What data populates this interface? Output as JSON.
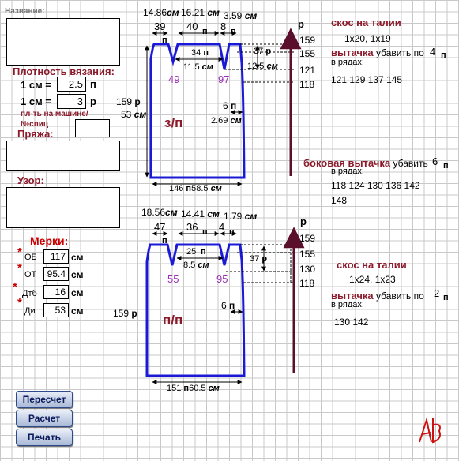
{
  "form": {
    "name_label": "Название:",
    "density_title": "Плотность вязания:",
    "per_cm_label_1": "1 см =",
    "loops_value": "2.5",
    "loops_unit": "п",
    "per_cm_label_2": "1 см =",
    "rows_value": "3",
    "rows_unit": "р",
    "machine_label": "пл-ть на машине/",
    "needle_label": "№спиц",
    "yarn_label": "Пряжа:",
    "pattern_label": "Узор:",
    "measures_title": "Мерки:",
    "measures": [
      {
        "name": "ОБ",
        "value": "117",
        "unit": "см"
      },
      {
        "name": "ОТ",
        "value": "95.4",
        "unit": "см"
      },
      {
        "name": "Дтб",
        "value": "16",
        "unit": "см"
      },
      {
        "name": "Ди",
        "value": "53",
        "unit": "см"
      }
    ],
    "star": "*",
    "buttons": {
      "recalc": "Пересчет",
      "calc": "Расчет",
      "print": "Печать"
    },
    "logo": "AB"
  },
  "back": {
    "label": "з/п",
    "top_cm_left": "14.86",
    "top_cm_mid": "16.21",
    "top_cm_right": "3.59",
    "cm": "см",
    "p": "п",
    "r": "р",
    "seg_left": "39",
    "seg_mid": "40",
    "seg_right": "8",
    "dart_width": "34",
    "dart_cm": "11.5",
    "dart_depth": "37",
    "dart_depth_cm": "12.5",
    "dart_left_num": "49",
    "dart_right_num": "97",
    "height_rows": "159",
    "height_cm": "53",
    "side_p": "6",
    "side_cm": "2.69",
    "bottom_p": "146",
    "bottom_cm": "58.5",
    "rows_right": [
      "159",
      "155",
      "121",
      "118"
    ]
  },
  "front": {
    "label": "п/п",
    "top_cm_left": "18.56",
    "top_cm_mid": "14.41",
    "top_cm_right": "1.79",
    "seg_left": "47",
    "seg_mid": "36",
    "seg_right": "4",
    "dart_width": "25",
    "dart_cm": "8.5",
    "dart_depth": "37",
    "dart_left_num": "55",
    "dart_right_num": "95",
    "height_rows": "159",
    "side_p": "6",
    "bottom_p": "151",
    "bottom_cm": "60.5",
    "rows_right": [
      "159",
      "155",
      "130",
      "118"
    ]
  },
  "info": {
    "waist_slope_title_1": "скос на талии",
    "waist_slope_val_1": "1х20,  1х19",
    "dart_title_1": "вытачка",
    "dart_text_1": "убавить по",
    "dart_num_1": "4",
    "in_rows_1": "в рядах:",
    "rows_list_1": "121  129  137  145",
    "side_dart_title": "боковая вытачка",
    "side_dart_text": "убавить",
    "side_dart_num": "6",
    "in_rows_2": "в рядах:",
    "rows_list_2": "118  124  130  136  142",
    "rows_list_2b": "148",
    "waist_slope_title_2": "скос на талии",
    "waist_slope_val_2": "1х24,  1х23",
    "dart_title_2": "вытачка",
    "dart_text_2": "убавить по",
    "dart_num_2": "2",
    "in_rows_3": "в рядах:",
    "rows_list_3": "130  142"
  }
}
